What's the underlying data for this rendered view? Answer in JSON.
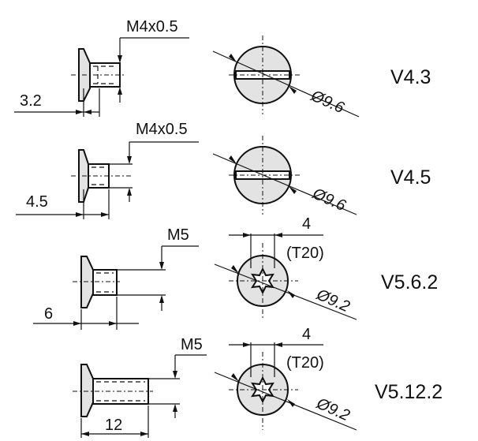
{
  "rows": [
    {
      "thread": "M4x0.5",
      "length": "3.2",
      "diameter": "Ø9.6",
      "drive": "",
      "drive_code": "",
      "version": "V4.3"
    },
    {
      "thread": "M4x0.5",
      "length": "4.5",
      "diameter": "Ø9.6",
      "drive": "",
      "drive_code": "",
      "version": "V4.5"
    },
    {
      "thread": "M5",
      "length": "6",
      "diameter": "Ø9.2",
      "drive": "4",
      "drive_code": "(T20)",
      "version": "V5.6.2"
    },
    {
      "thread": "M5",
      "length": "12",
      "diameter": "Ø9.2",
      "drive": "4",
      "drive_code": "(T20)",
      "version": "V5.12.2"
    }
  ]
}
